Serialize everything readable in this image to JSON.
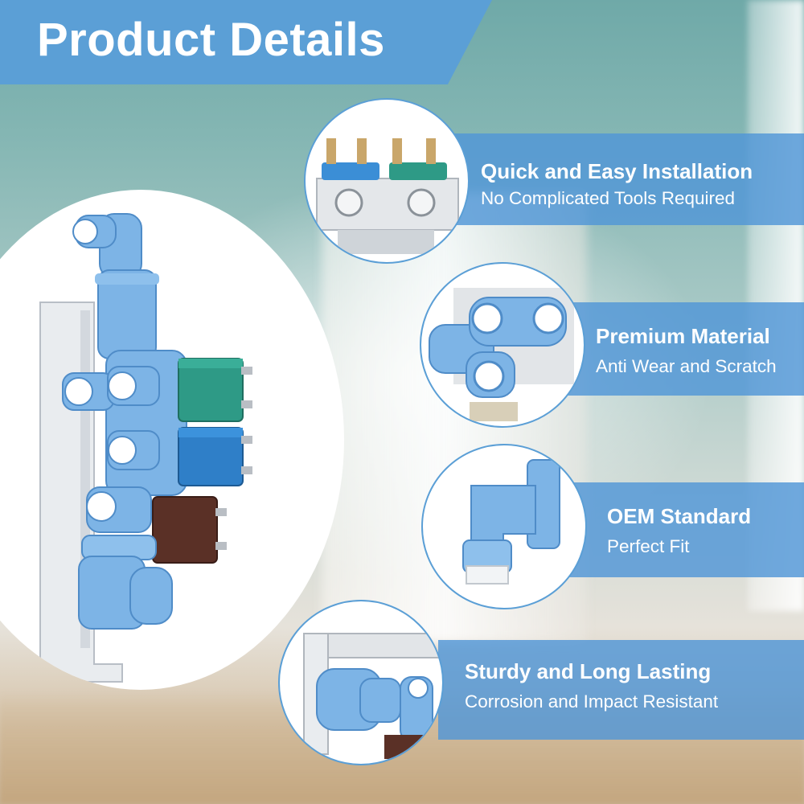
{
  "header": {
    "title": "Product Details"
  },
  "features": [
    {
      "title": "Quick and Easy Installation",
      "subtitle": "No Complicated Tools Required"
    },
    {
      "title": "Premium Material",
      "subtitle": "Anti Wear and Scratch"
    },
    {
      "title": "OEM Standard",
      "subtitle": "Perfect Fit"
    },
    {
      "title": "Sturdy and Long Lasting",
      "subtitle": "Corrosion and Impact Resistant"
    }
  ],
  "colors": {
    "accent_blue": "#5b9fd6",
    "band_blue": "#5096d7",
    "part_blue": "#7db4e6",
    "coil_teal": "#2e9a86",
    "coil_blue": "#2f7fc8",
    "coil_brown": "#5a3026"
  }
}
